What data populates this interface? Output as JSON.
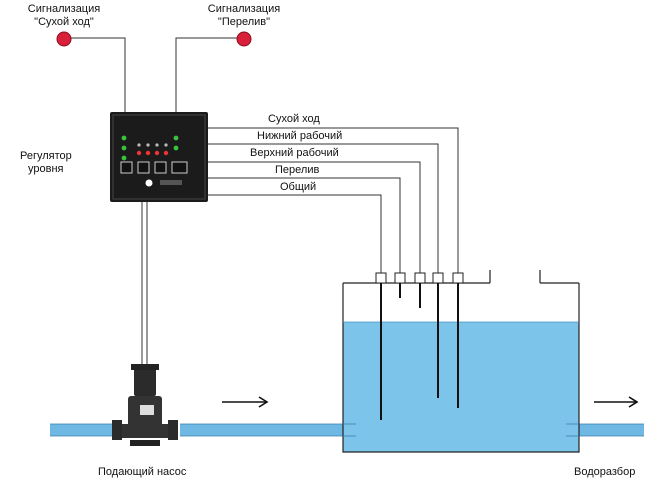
{
  "labels": {
    "dry_run_alarm_line1": "Сигнализация",
    "dry_run_alarm_line2": "\"Сухой ход\"",
    "overflow_alarm_line1": "Сигнализация",
    "overflow_alarm_line2": "\"Перелив\"",
    "level_regulator_line1": "Регулятор",
    "level_regulator_line2": "уровня",
    "supply_pump": "Подающий насос",
    "water_outlet": "Водоразбор"
  },
  "sensor_lines": [
    "Сухой ход",
    "Нижний рабочий",
    "Верхний рабочий",
    "Перелив",
    "Общий"
  ],
  "colors": {
    "alarm_lamp": "#d8203a",
    "water": "#7cc4ea",
    "pipe": "#6fb8e3",
    "controller": "#1b1b1b",
    "pump": "#2b2b2b",
    "wire": "#333333"
  },
  "icons": [
    "alarm-lamp-icon",
    "pump-icon",
    "flow-arrow-icon"
  ]
}
